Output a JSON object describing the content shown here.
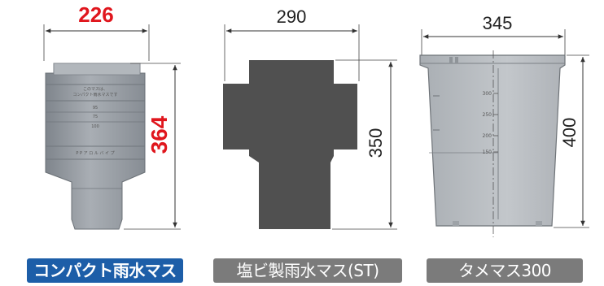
{
  "dimensions": {
    "compact_width": "226",
    "compact_height": "364",
    "pvc_width": "290",
    "pvc_height": "350",
    "tamemasu_width": "345",
    "tamemasu_height": "400"
  },
  "small_text": {
    "compact_band1_line1": "このマスは、",
    "compact_band1_line2": "コンパクト雨水マスです",
    "compact_mark_95": "95",
    "compact_mark_75": "75",
    "compact_mark_100": "100",
    "compact_band2": "P P ア ロ ル バ イ プ",
    "tamemasu_scale": [
      "300",
      "250",
      "200",
      "150"
    ]
  },
  "labels": {
    "compact": "コンパクト雨水マス",
    "pvc": "塩ビ製雨水マス(ST)",
    "tamemasu": "タメマス300"
  },
  "colors": {
    "dimension_red": "#e0161d",
    "label_blue": "#1d5ea8",
    "label_gray": "#7b7b7b",
    "pvc_body": "#505050",
    "compact_body": "#9a9fa5",
    "tamemasu_body": "#b9bdc2"
  }
}
